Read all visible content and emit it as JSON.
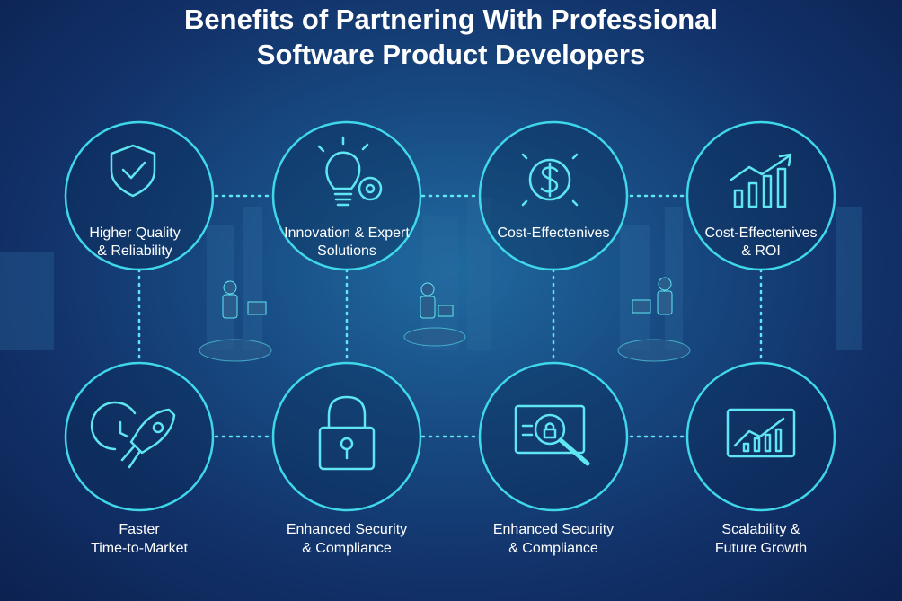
{
  "title": {
    "line1": "Benefits of Partnering With Professional",
    "line2": "Software Product Developers"
  },
  "benefits_top": [
    {
      "icon": "shield-check-icon",
      "line1": "Higher Quality",
      "line2": "& Reliability"
    },
    {
      "icon": "lightbulb-gear-icon",
      "line1": "Innovation & Expert",
      "line2": "Solutions"
    },
    {
      "icon": "dollar-icon",
      "line1": "Cost-Effectenives",
      "line2": ""
    },
    {
      "icon": "growth-chart-icon",
      "line1": "Cost-Effectenives",
      "line2": "& ROI"
    }
  ],
  "benefits_bottom": [
    {
      "icon": "clock-rocket-icon",
      "line1": "Faster",
      "line2": "Time-to-Market"
    },
    {
      "icon": "padlock-icon",
      "line1": "Enhanced Security",
      "line2": "& Compliance"
    },
    {
      "icon": "screen-lock-magnifier-icon",
      "line1": "Enhanced Security",
      "line2": "& Compliance"
    },
    {
      "icon": "chart-screen-icon",
      "line1": "Scalability &",
      "line2": "Future Growth"
    }
  ],
  "colors": {
    "accent": "#3fd8ea",
    "background": "#12326a"
  }
}
